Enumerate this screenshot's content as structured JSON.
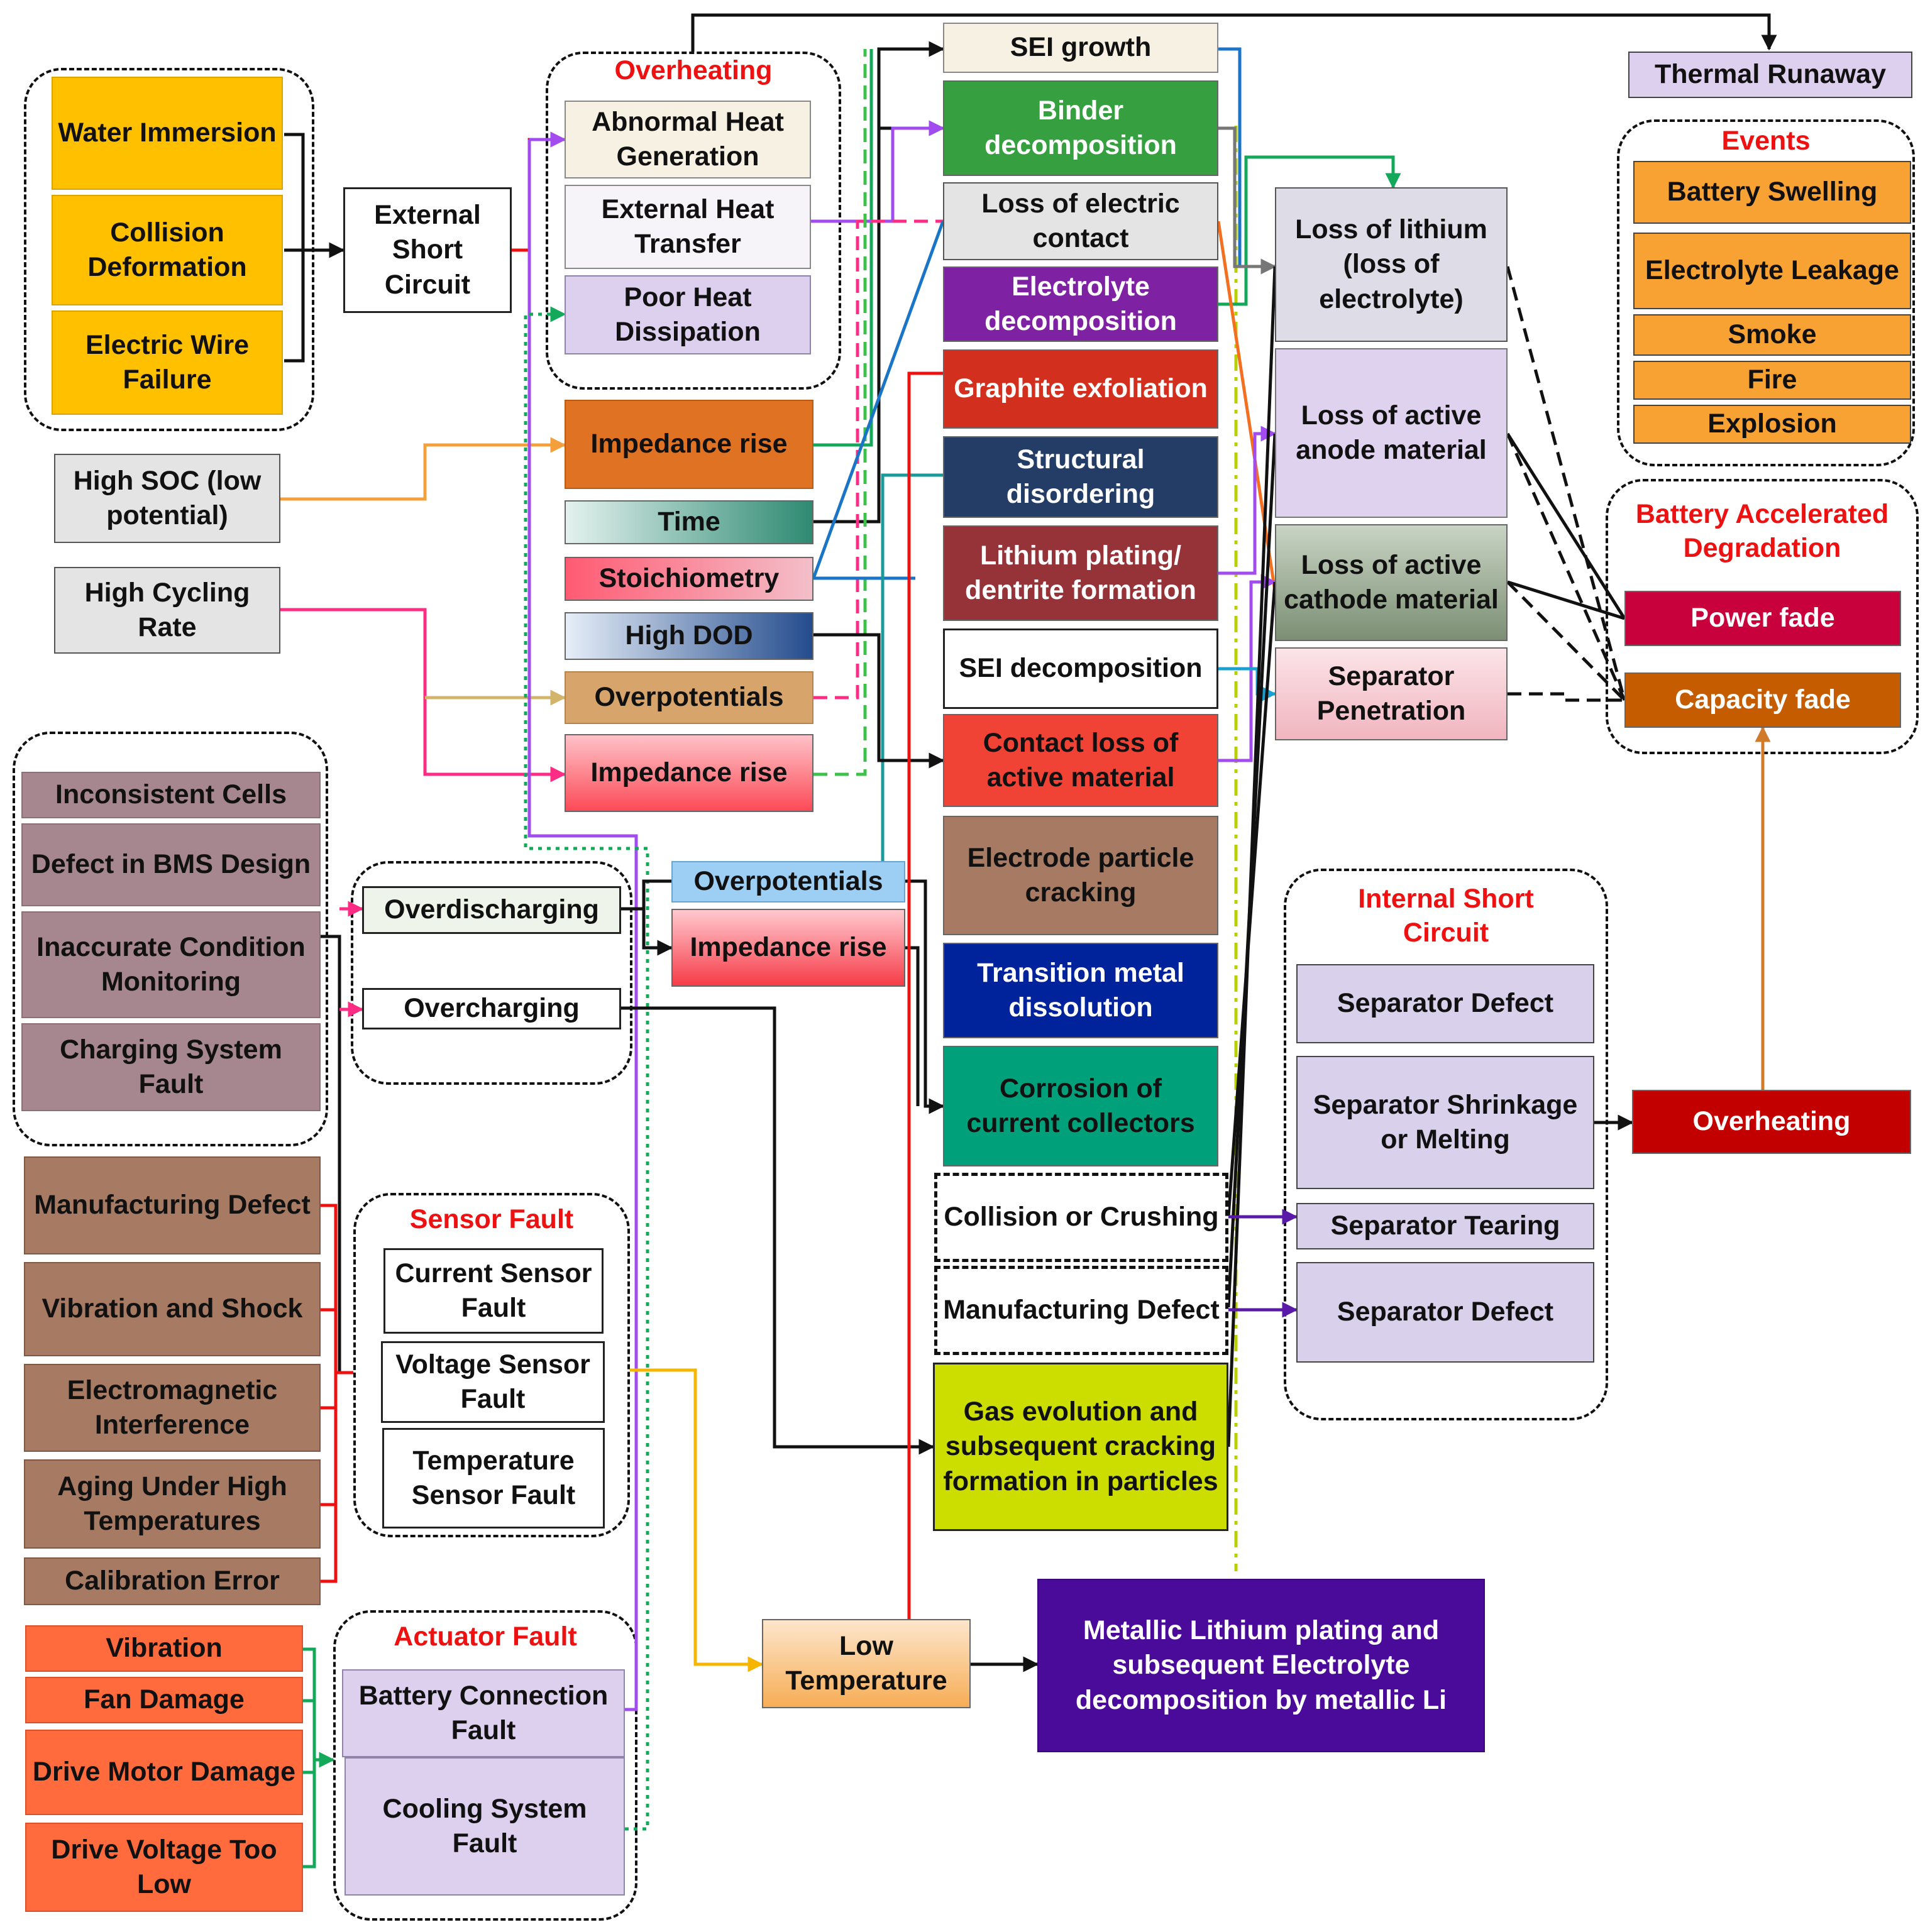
{
  "colors": {
    "title_red": "#ee1111",
    "wire_black": "#111111",
    "wire_red": "#ee1111",
    "wire_purple": "#a24cf0",
    "wire_pink": "#ff2c85",
    "wire_orange": "#f3a03c",
    "wire_blue": "#1b75c7",
    "wire_green": "#14a85a",
    "wire_yellow": "#f6b600",
    "wire_tan": "#d2b46a"
  },
  "groups": {
    "overheating_top": "Overheating",
    "sensor_fault": "Sensor Fault",
    "actuator_fault": "Actuator Fault",
    "events": "Events",
    "degradation": "Battery Accelerated Degradation",
    "internal_short": "Internal Short Circuit"
  },
  "external": {
    "water": "Water Immersion",
    "collision": "Collision Deformation",
    "wire": "Electric Wire Failure",
    "short_circuit": "External Short Circuit"
  },
  "overheating": {
    "abnormal": "Abnormal Heat Generation",
    "external": "External Heat Transfer",
    "poor": "Poor Heat Dissipation"
  },
  "stress": {
    "high_soc": "High SOC (low potential)",
    "high_cycling": "High Cycling Rate",
    "impedance1": "Impedance rise",
    "time": "Time",
    "stoichiometry": "Stoichiometry",
    "high_dod": "High DOD",
    "overpotentials": "Overpotentials",
    "impedance2": "Impedance rise"
  },
  "bms": {
    "inconsistent": "Inconsistent Cells",
    "defect_bms": "Defect in BMS Design",
    "inaccurate": "Inaccurate Condition Monitoring",
    "charging_fault": "Charging System Fault",
    "overdischarging": "Overdischarging",
    "overcharging": "Overcharging",
    "overpotentials": "Overpotentials",
    "impedance": "Impedance rise"
  },
  "sensor": {
    "manufacturing": "Manufacturing Defect",
    "vibration_shock": "Vibration and Shock",
    "em": "Electromagnetic Interference",
    "aging": "Aging Under High Temperatures",
    "calibration": "Calibration Error",
    "current": "Current Sensor Fault",
    "voltage": "Voltage Sensor Fault",
    "temperature": "Temperature Sensor Fault"
  },
  "actuator": {
    "vibration": "Vibration",
    "fan": "Fan Damage",
    "motor": "Drive Motor Damage",
    "voltage_low": "Drive Voltage Too Low",
    "connection": "Battery Connection Fault",
    "cooling": "Cooling System Fault"
  },
  "mechanisms": {
    "sei_growth": "SEI growth",
    "binder": "Binder decomposition",
    "loss_contact": "Loss of electric contact",
    "electrolyte": "Electrolyte decomposition",
    "graphite": "Graphite exfoliation",
    "structural": "Structural disordering",
    "plating": "Lithium plating/ dentrite formation",
    "sei_decomp": "SEI decomposition",
    "contact_loss": "Contact loss of active material",
    "particle": "Electrode particle cracking",
    "transition": "Transition metal dissolution",
    "corrosion": "Corrosion of current collectors",
    "collision": "Collision or Crushing",
    "manufacturing": "Manufacturing Defect",
    "gas": "Gas evolution and subsequent cracking formation in particles"
  },
  "low_temp": {
    "low": "Low Temperature",
    "metallic": "Metallic Lithium plating and subsequent Electrolyte decomposition by metallic Li"
  },
  "losses": {
    "lithium": "Loss of lithium (loss of electrolyte)",
    "anode": "Loss of active anode material",
    "cathode": "Loss of active cathode material",
    "separator": "Separator Penetration"
  },
  "internal_short": {
    "defect1": "Separator Defect",
    "shrinkage": "Separator Shrinkage or Melting",
    "tearing": "Separator Tearing",
    "defect2": "Separator Defect",
    "overheating": "Overheating"
  },
  "outcomes": {
    "thermal_runaway": "Thermal Runaway",
    "swelling": "Battery Swelling",
    "leakage": "Electrolyte Leakage",
    "smoke": "Smoke",
    "fire": "Fire",
    "explosion": "Explosion",
    "power_fade": "Power fade",
    "capacity_fade": "Capacity fade"
  }
}
